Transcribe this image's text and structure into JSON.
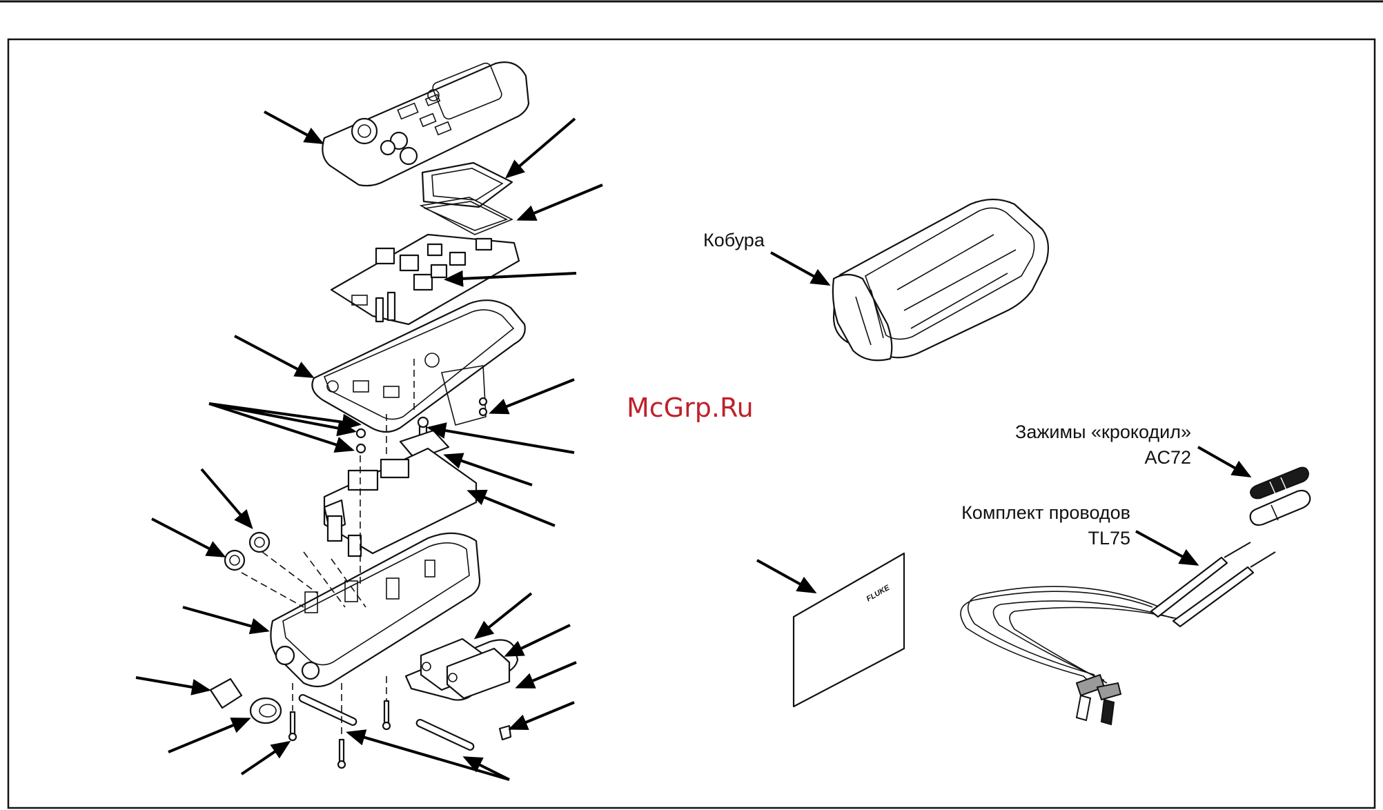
{
  "labels": {
    "holster": "Кобура",
    "clips_line1": "Зажимы «крокодил»",
    "clips_line2": "AC72",
    "leads_line1": "Комплект проводов",
    "leads_line2": "TL75",
    "brand": "FLUKE"
  },
  "watermark": "McGrp.Ru",
  "colors": {
    "line": "#111111",
    "watermark": "#c0202a",
    "background": "#ffffff",
    "lead_gray": "#9a9a9a"
  }
}
